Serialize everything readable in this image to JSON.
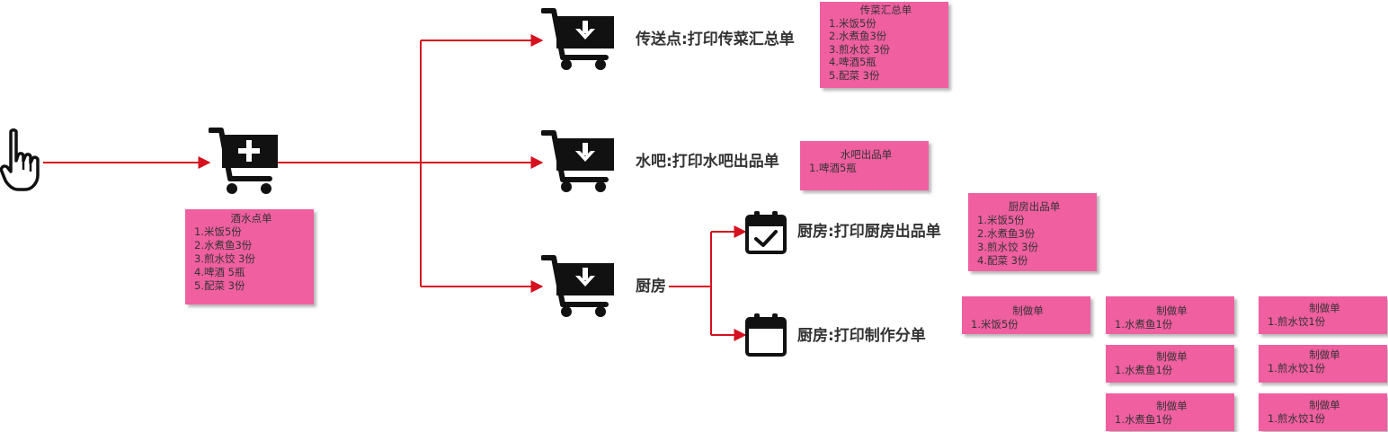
{
  "colors": {
    "connector": "#d6101e",
    "note_bg": "#f05fa0",
    "icon": "#111111",
    "label": "#333333"
  },
  "icons": {
    "start": "pointing-hand-icon",
    "order": "cart-add-icon",
    "dispatch": "cart-download-icon",
    "bar": "cart-download-icon",
    "kitchen": "cart-download-icon",
    "kitchen_out": "calendar-check-icon",
    "kitchen_make": "calendar-icon"
  },
  "labels": {
    "dispatch": "传送点:打印传菜汇总单",
    "bar": "水吧:打印水吧出品单",
    "kitchen": "厨房",
    "kitchen_out": "厨房:打印厨房出品单",
    "kitchen_make": "厨房:打印制作分单"
  },
  "notes": {
    "order": {
      "title": "酒水点单",
      "lines": [
        "1.米饭5份",
        "2.水煮鱼3份",
        "3.煎水饺 3份",
        "4.啤酒 5瓶",
        "5.配菜 3份"
      ]
    },
    "dispatch": {
      "title": "传菜汇总单",
      "lines": [
        "1.米饭5份",
        "2.水煮鱼3份",
        "3.煎水饺 3份",
        "4.啤酒5瓶",
        "5.配菜 3份"
      ]
    },
    "bar": {
      "title": "水吧出品单",
      "lines": [
        "1.啤酒5瓶"
      ]
    },
    "kitchen_out": {
      "title": "厨房出品单",
      "lines": [
        "1.米饭5份",
        "2.水煮鱼3份",
        "3.煎水饺 3份",
        "4.配菜 3份"
      ]
    },
    "make": [
      {
        "title": "制做单",
        "lines": [
          "1.米饭5份"
        ]
      },
      {
        "title": "制做单",
        "lines": [
          "1.水煮鱼1份"
        ]
      },
      {
        "title": "制做单",
        "lines": [
          "1.水煮鱼1份"
        ]
      },
      {
        "title": "制做单",
        "lines": [
          "1.水煮鱼1份"
        ]
      },
      {
        "title": "制做单",
        "lines": [
          "1.煎水饺1份"
        ]
      },
      {
        "title": "制做单",
        "lines": [
          "1.煎水饺1份"
        ]
      },
      {
        "title": "制做单",
        "lines": [
          "1.煎水饺1份"
        ]
      }
    ]
  }
}
